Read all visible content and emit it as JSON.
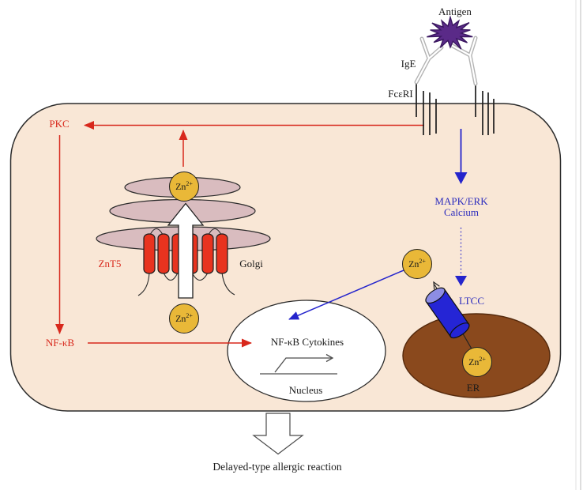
{
  "colors": {
    "cell_fill": "#f9e7d6",
    "membrane_stroke": "#2b2b2b",
    "red_accent": "#d8281c",
    "blue_accent": "#2424cc",
    "zinc_gold": "#e9b838",
    "golgi_pink": "#d9bcbf",
    "er_brown": "#8a491d",
    "antigen_purple": "#5a2a88",
    "cylinder_red": "#e8331f",
    "ltcc_blue": "#2525d5"
  },
  "extracellular": {
    "antigen_label": "Antigen",
    "ige_label": "IgE",
    "receptor_label": "FcεRI"
  },
  "signaling": {
    "pkc_label": "PKC",
    "znt5_label": "ZnT5",
    "golgi_label": "Golgi",
    "nfkb_label": "NF-κB",
    "mapk_label": "MAPK/ERK",
    "calcium_label": "Calcium",
    "ltcc_label": "LTCC",
    "er_label": "ER"
  },
  "zinc_ion": {
    "base": "Zn",
    "sup": "2+"
  },
  "nucleus": {
    "label": "Nucleus",
    "gene_label": "NF-κB Cytokines"
  },
  "outcome_label": "Delayed-type allergic reaction"
}
